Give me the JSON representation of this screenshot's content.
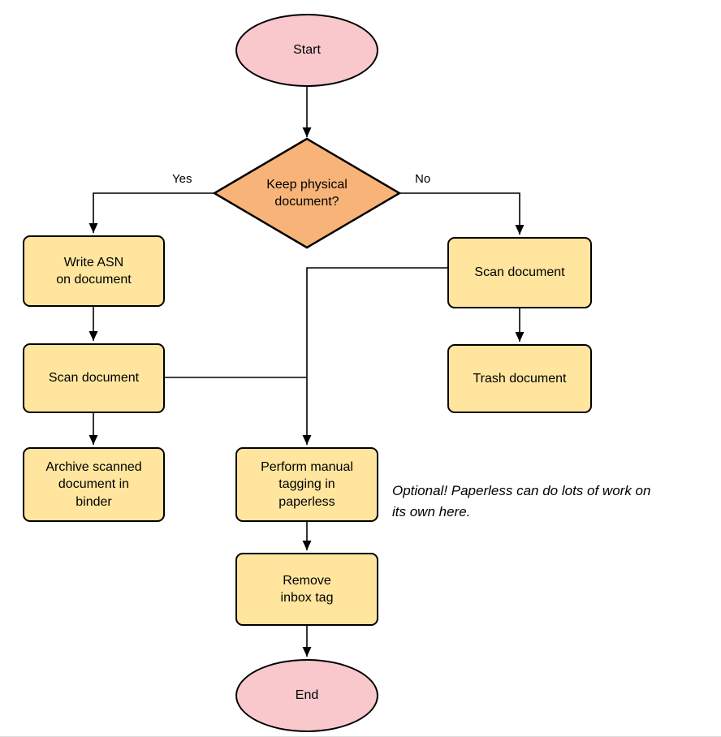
{
  "colors": {
    "pink": "#F8C8CC",
    "orange": "#F8B478",
    "yellow": "#FFE59E",
    "stroke": "#000000"
  },
  "nodes": {
    "start": "Start",
    "decision": "Keep physical\ndocument?",
    "write_asn": "Write ASN\non document",
    "scan_right": "Scan document",
    "scan_left": "Scan document",
    "trash": "Trash document",
    "archive": "Archive scanned\ndocument in\nbinder",
    "tagging": "Perform manual\ntagging in\npaperless",
    "remove_inbox": "Remove\ninbox tag",
    "end": "End"
  },
  "edge_labels": {
    "yes": "Yes",
    "no": "No"
  },
  "annotation": "Optional! Paperless can do lots of work on\nits own here."
}
